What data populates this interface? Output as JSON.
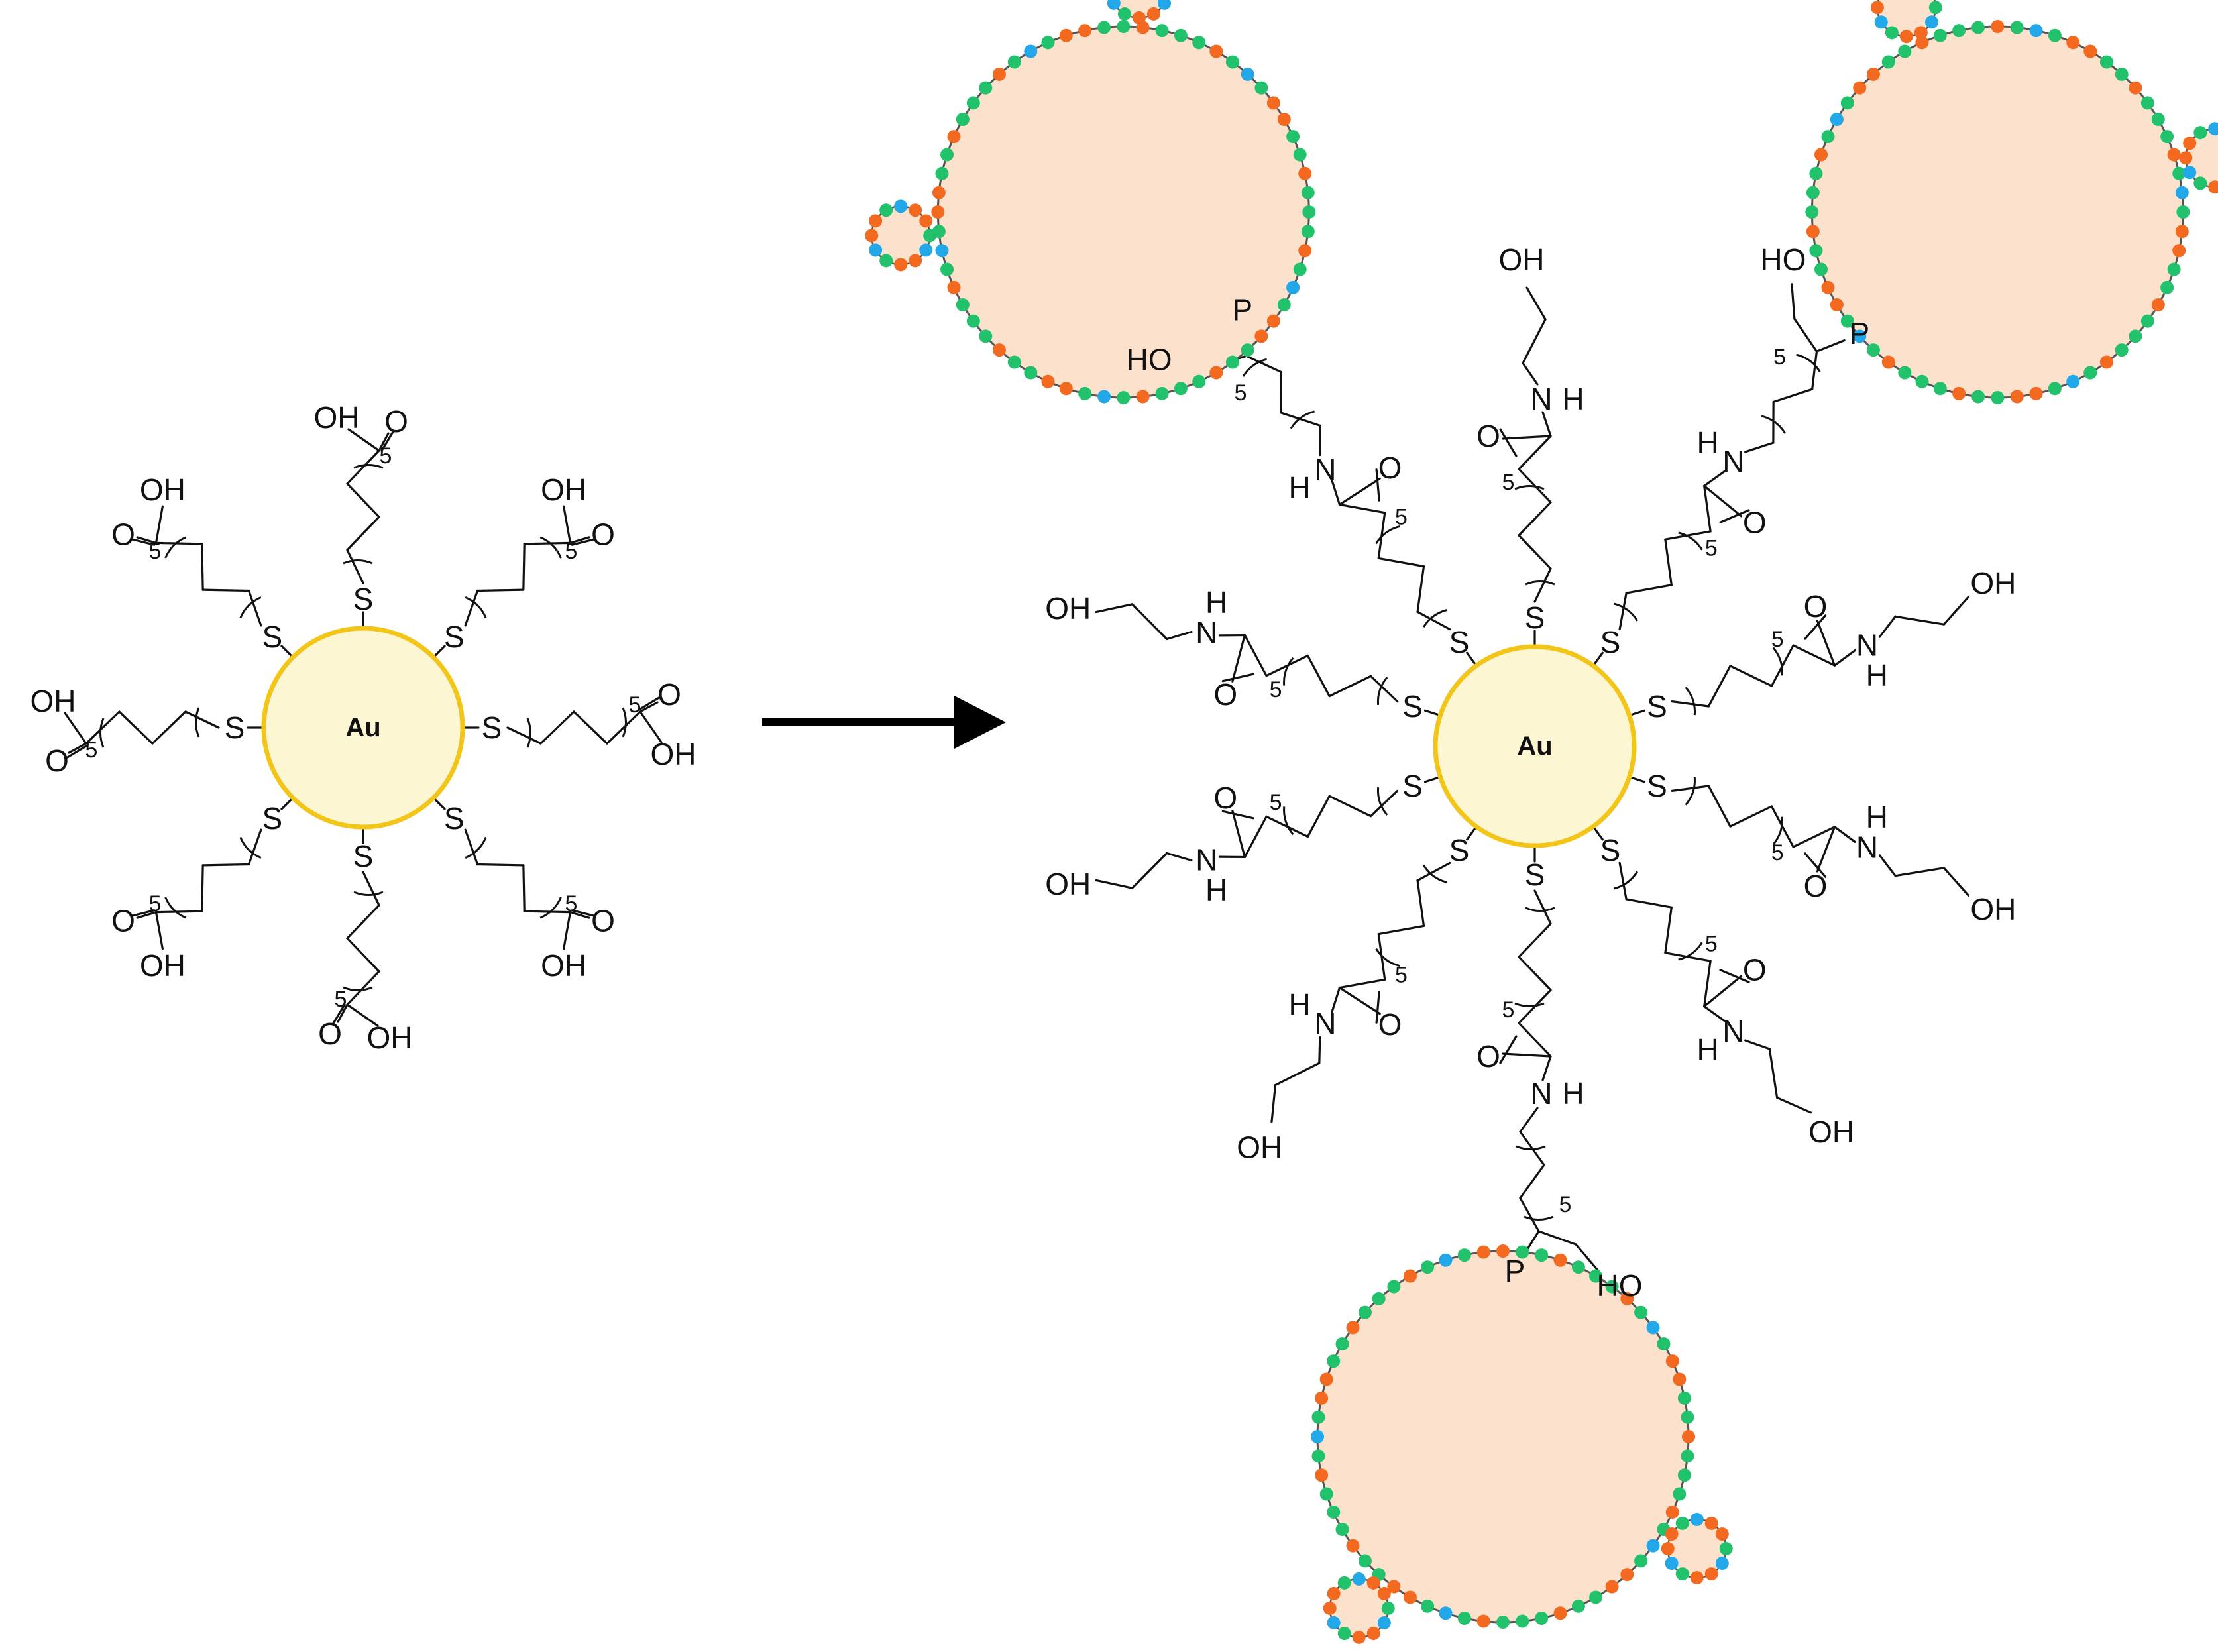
{
  "labels": {
    "core": "Au",
    "sulfur": "S",
    "hydroxyl": "OH",
    "hydroxyl_rev": "HO",
    "oxygen": "O",
    "nitrogen": "N",
    "hydrogen": "H",
    "phosphorus": "P",
    "repeat_count": "5"
  },
  "colors": {
    "core_fill": "#fdf6d2",
    "core_stroke": "#f2c518",
    "bond": "#111111",
    "arrow": "#000000",
    "loop_fill": "#fce2cc",
    "loop_stroke": "#555555",
    "bead_green": "#22c26c",
    "bead_orange": "#f2691f",
    "bead_blue": "#22a8e8"
  },
  "diagram": {
    "left_particle_ligand": "carboxylic-acid",
    "left_ligand_count": 8,
    "right_particle_ligand": "hydroxyethyl-amide",
    "right_ligand_count": 10,
    "conjugated_ligand_count": 3,
    "bead_pattern": [
      "green",
      "green",
      "orange",
      "green",
      "blue",
      "green",
      "orange",
      "orange",
      "green",
      "green",
      "orange",
      "green"
    ]
  }
}
